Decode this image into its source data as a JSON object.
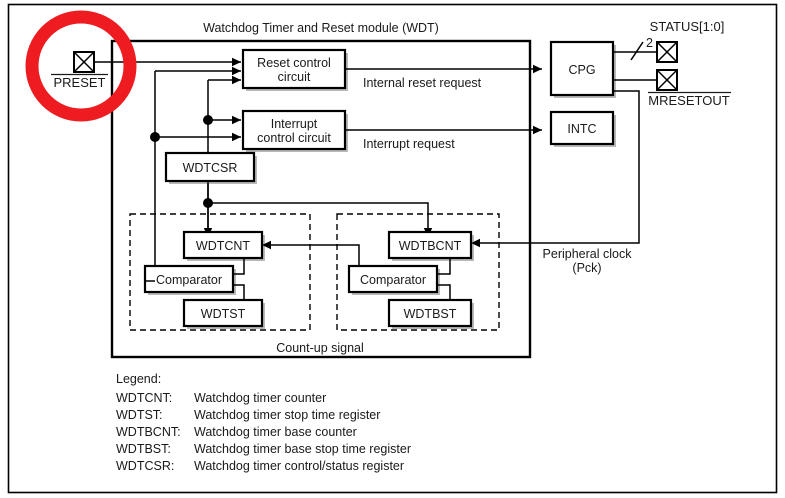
{
  "diagram": {
    "title": "Watchdog Timer and Reset module (WDT)",
    "module_title": "Watchdog Timer and Reset module (WDT)"
  },
  "pins": {
    "preset": {
      "label": "PRESET",
      "overline": true,
      "icon": "pin-x-icon"
    },
    "status": {
      "label": "STATUS[1:0]",
      "bus_width": "2",
      "icon": "pin-x-icon"
    },
    "mresetout": {
      "label": "MRESETOUT",
      "overline": true,
      "icon": "pin-x-icon"
    }
  },
  "blocks": {
    "reset_control": {
      "line1": "Reset control",
      "line2": "circuit"
    },
    "interrupt_control": {
      "line1": "Interrupt",
      "line2": "control circuit"
    },
    "wdtcsr": {
      "label": "WDTCSR"
    },
    "cpg": {
      "label": "CPG"
    },
    "intc": {
      "label": "INTC"
    },
    "wdtcnt": {
      "label": "WDTCNT"
    },
    "wdtst": {
      "label": "WDTST"
    },
    "comparator_left": {
      "label": "Comparator"
    },
    "wdtbcnt": {
      "label": "WDTBCNT"
    },
    "wdtbst": {
      "label": "WDTBST"
    },
    "comparator_right": {
      "label": "Comparator"
    }
  },
  "signals": {
    "internal_reset_request": "Internal reset request",
    "interrupt_request": "Interrupt request",
    "count_up_signal": "Count-up signal",
    "peripheral_clock_line1": "Peripheral clock",
    "peripheral_clock_line2": "(Pck)"
  },
  "legend": {
    "heading": "Legend:",
    "entries": [
      {
        "term": "WDTCNT:",
        "desc": "Watchdog timer counter"
      },
      {
        "term": "WDTST:",
        "desc": "Watchdog timer stop time register"
      },
      {
        "term": "WDTBCNT:",
        "desc": "Watchdog timer base counter"
      },
      {
        "term": "WDTBST:",
        "desc": "Watchdog timer base stop time register"
      },
      {
        "term": "WDTCSR:",
        "desc": "Watchdog timer control/status register"
      }
    ]
  },
  "annotation": {
    "highlight": {
      "name": "red-circle-highlight",
      "color": "#ee1c20",
      "target": "PRESET"
    }
  },
  "colors": {
    "line": "#000000",
    "text": "#1a1a1a",
    "background": "#ffffff",
    "highlight": "#ee1c20"
  }
}
